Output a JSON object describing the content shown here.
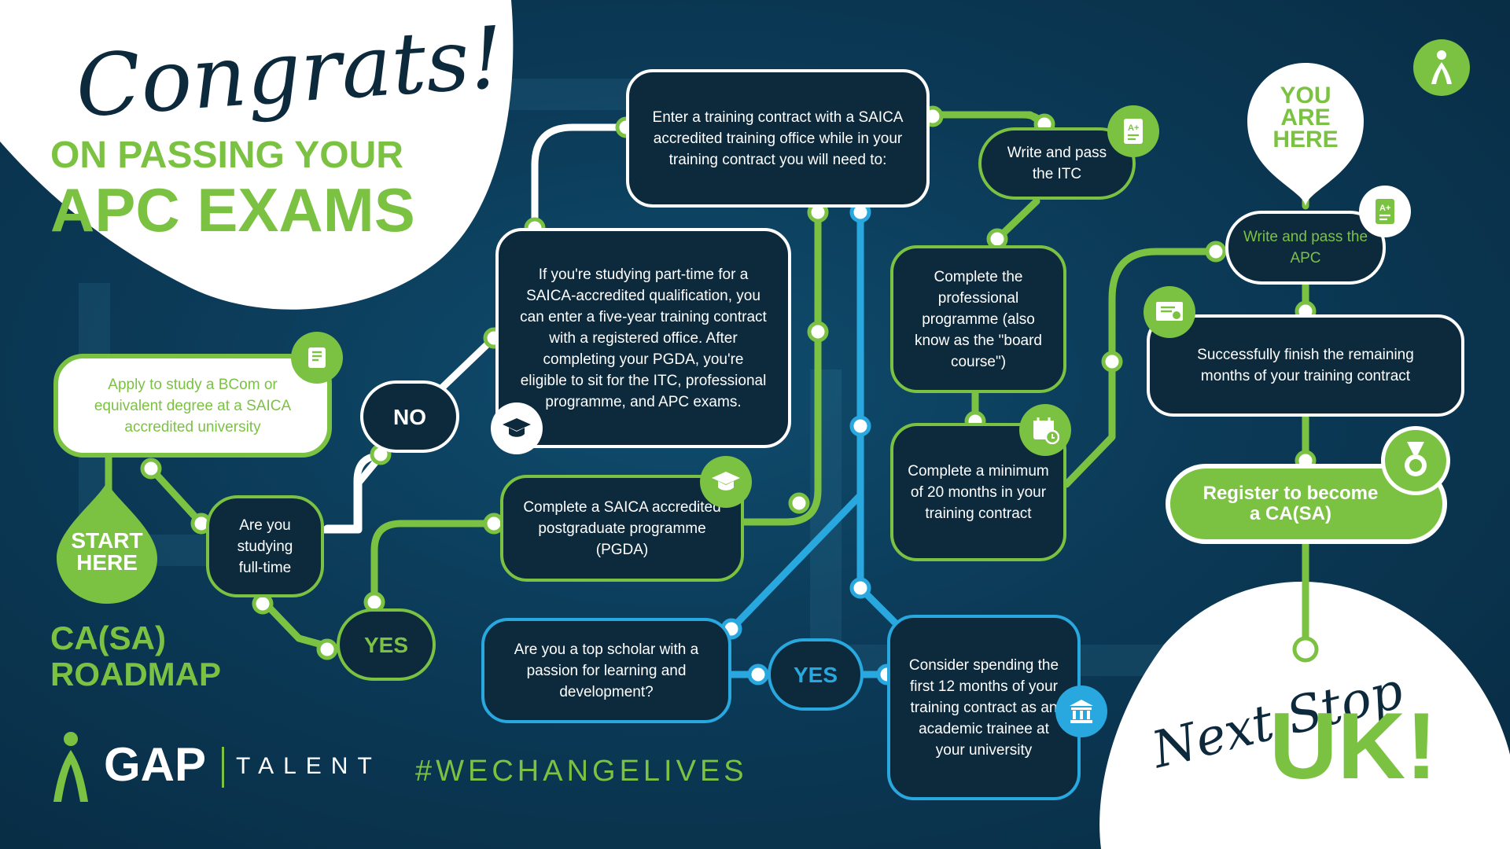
{
  "header": {
    "script_title": "Congrats!",
    "line1": "ON PASSING YOUR",
    "line2": "APC EXAMS"
  },
  "start_label": "START HERE",
  "roadmap_label_1": "CA(SA)",
  "roadmap_label_2": "ROADMAP",
  "brand": {
    "gap": "GAP",
    "talent": "TALENT",
    "hashtag": "#WECHANGELIVES"
  },
  "nodes": {
    "apply": "Apply to study a BCom or equivalent degree at a SAICA accredited university",
    "fulltime": "Are you studying full-time",
    "no": "NO",
    "yes1": "YES",
    "parttime": "If you're studying part-time for a SAICA-accredited qualification, you can enter a five-year training contract with a registered office. After completing your PGDA, you're eligible to sit for the ITC, professional programme, and APC exams.",
    "pgda": "Complete a SAICA accredited postgraduate programme (PGDA)",
    "training_contract": "Enter a training contract with a SAICA accredited training office while in your training contract you will need to:",
    "itc": "Write and pass the ITC",
    "prof_prog": "Complete the professional programme (also know as the \"board course\")",
    "twenty_months": "Complete a minimum of 20 months in your training contract",
    "scholar": "Are you a top scholar with a passion for learning and development?",
    "yes2": "YES",
    "academic": "Consider spending the first 12 months of your training contract as an academic trainee at your university",
    "you_are_here": "YOU ARE HERE",
    "apc": "Write and pass the APC",
    "finish": "Successfully finish the remaining months of your training contract",
    "register": "Register to become a CA(SA)"
  },
  "footer": {
    "next_stop_script": "Next Stop",
    "uk": "UK!"
  },
  "colors": {
    "green": "#7cc242",
    "blue": "#29a8e0",
    "navy": "#0d2a3d",
    "white": "#ffffff",
    "background": "#0b3550"
  },
  "icons": [
    "book-icon",
    "graduation-cap-icon",
    "exam-paper-icon",
    "calendar-icon",
    "certificate-icon",
    "medal-icon",
    "university-icon",
    "gap-logo-icon"
  ]
}
